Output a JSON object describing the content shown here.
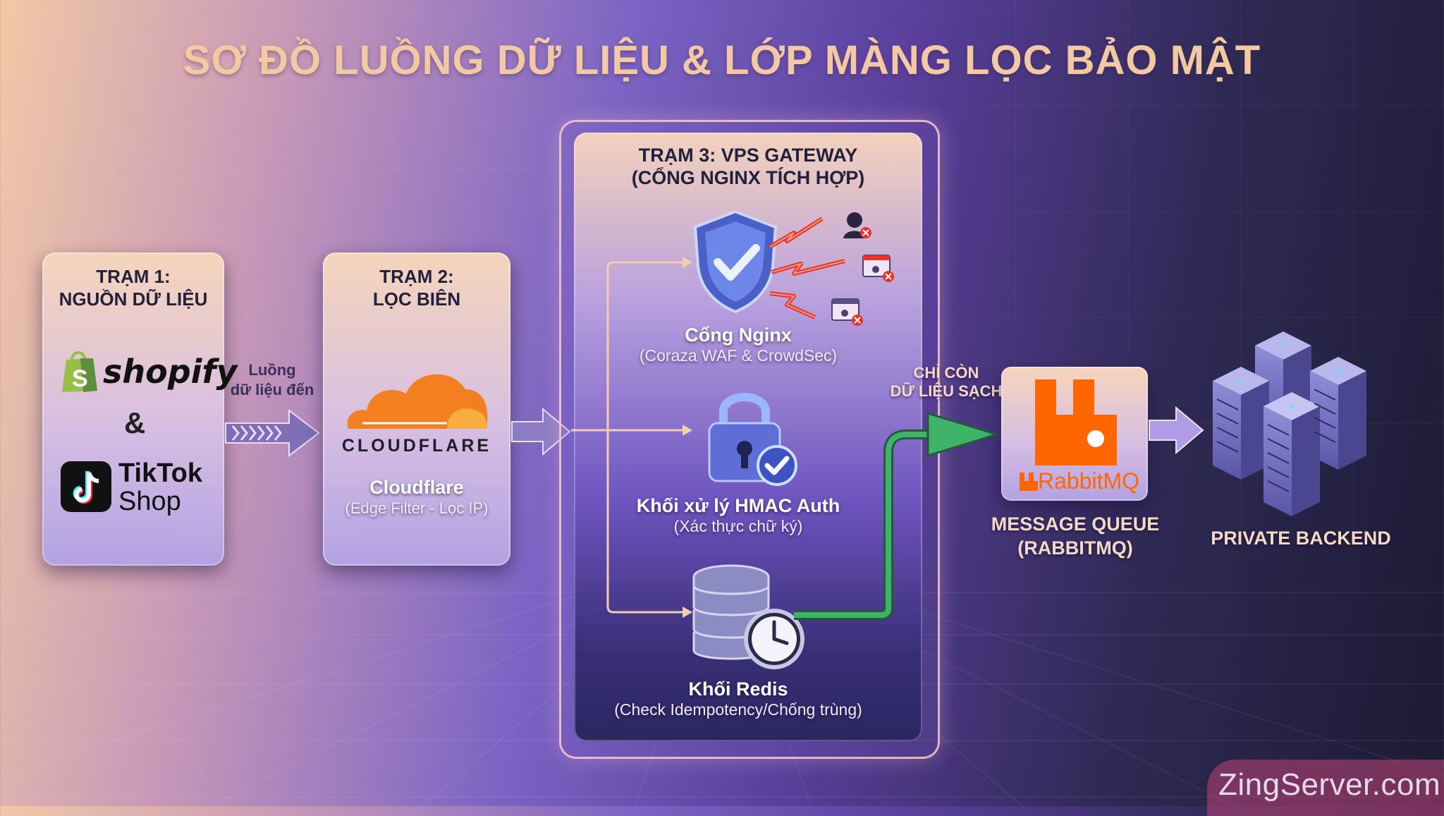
{
  "title": "SƠ ĐỒ LUỒNG DỮ LIỆU & LỚP MÀNG LỌC BẢO MẬT",
  "station1": {
    "title_line1": "TRẠM 1:",
    "title_line2": "NGUỒN DỮ LIỆU",
    "shopify": "shopify",
    "ampersand": "&",
    "tiktok_line1": "TikTok",
    "tiktok_line2": "Shop"
  },
  "flow_in": {
    "line1": "Luồng",
    "line2": "dữ liệu đến"
  },
  "station2": {
    "title_line1": "TRẠM 2:",
    "title_line2": "LỌC BIÊN",
    "logo_text": "CLOUDFLARE",
    "name": "Cloudflare",
    "desc": "(Edge Filter - Lọc IP)"
  },
  "station3": {
    "title_line1": "TRẠM 3: VPS GATEWAY",
    "title_line2": "(CỔNG NGINX TÍCH HỢP)",
    "nginx": {
      "name": "Cổng Nginx",
      "desc": "(Coraza WAF & CrowdSec)"
    },
    "hmac": {
      "name": "Khối xử lý HMAC Auth",
      "desc": "(Xác thực chữ ký)"
    },
    "redis": {
      "name": "Khối Redis",
      "desc": "(Check Idempotency/Chống trùng)"
    }
  },
  "clean": {
    "line1": "CHỈ CÒN",
    "line2": "DỮ LIỆU SẠCH"
  },
  "queue": {
    "logo_text": "RabbitMQ",
    "line1": "MESSAGE QUEUE",
    "line2": "(RABBITMQ)"
  },
  "backend": {
    "label": "PRIVATE BACKEND"
  },
  "watermark": "ZingServer.com",
  "colors": {
    "cloudflare_orange": "#f38020",
    "rabbitmq_orange": "#ff6600",
    "clean_green": "#3fb36a",
    "shopify_green": "#95bf47",
    "threat_red": "#e8322c"
  }
}
